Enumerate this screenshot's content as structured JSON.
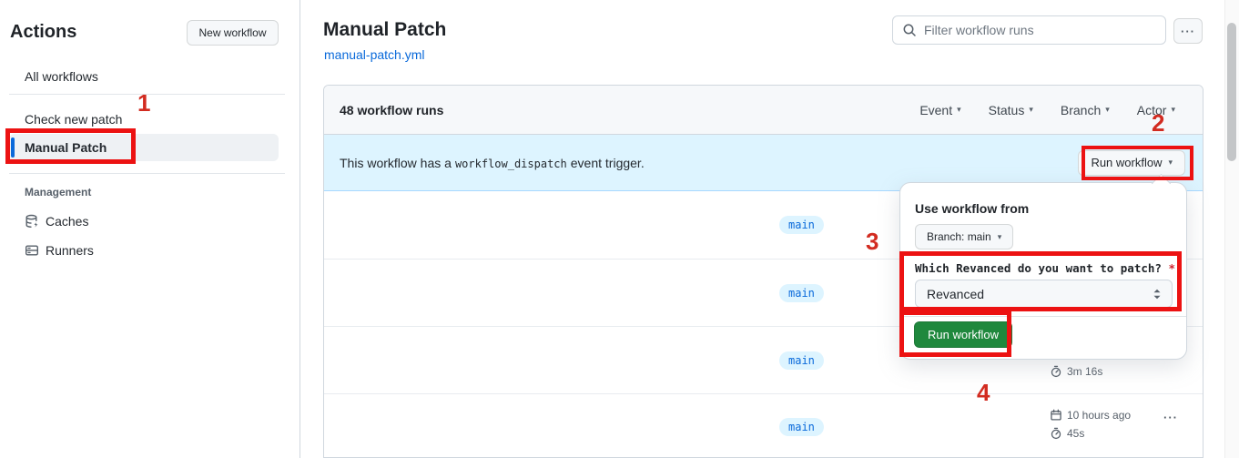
{
  "ui": {
    "caret_down": "▾",
    "kebab": "···"
  },
  "colors": {
    "accent_blue": "#0969da",
    "banner_blue": "#ddf4ff",
    "button_green": "#1f883d",
    "annotation_red": "#ec1212",
    "header_gray": "#f6f8fa"
  },
  "sidebar": {
    "title": "Actions",
    "new_workflow_button": "New workflow",
    "items": [
      {
        "label": "All workflows"
      },
      {
        "label": "Check new patch"
      },
      {
        "label": "Manual Patch",
        "selected": true
      }
    ],
    "management": {
      "label": "Management",
      "items": [
        {
          "label": "Caches"
        },
        {
          "label": "Runners"
        }
      ]
    }
  },
  "header": {
    "title": "Manual Patch",
    "file_link": "manual-patch.yml",
    "filter_placeholder": "Filter workflow runs"
  },
  "runs_table": {
    "count_label": "48 workflow runs",
    "filters": [
      {
        "label": "Event"
      },
      {
        "label": "Status"
      },
      {
        "label": "Branch"
      },
      {
        "label": "Actor"
      }
    ],
    "banner": {
      "text_before": "This workflow has a",
      "code": "workflow_dispatch",
      "text_after": "event trigger.",
      "run_button": "Run workflow"
    },
    "rows": [
      {
        "branch": "main"
      },
      {
        "branch": "main"
      },
      {
        "branch": "main",
        "duration": "3m 16s"
      },
      {
        "branch": "main",
        "time": "10 hours ago",
        "duration": "45s"
      }
    ]
  },
  "run_dialog": {
    "use_workflow_from": "Use workflow from",
    "branch_button": "Branch: main",
    "input_label": "Which Revanced do you want to patch?",
    "required_mark": "*",
    "select_value": "Revanced",
    "run_button": "Run workflow"
  },
  "annotations": {
    "step1": "1",
    "step2": "2",
    "step3": "3",
    "step4": "4"
  }
}
